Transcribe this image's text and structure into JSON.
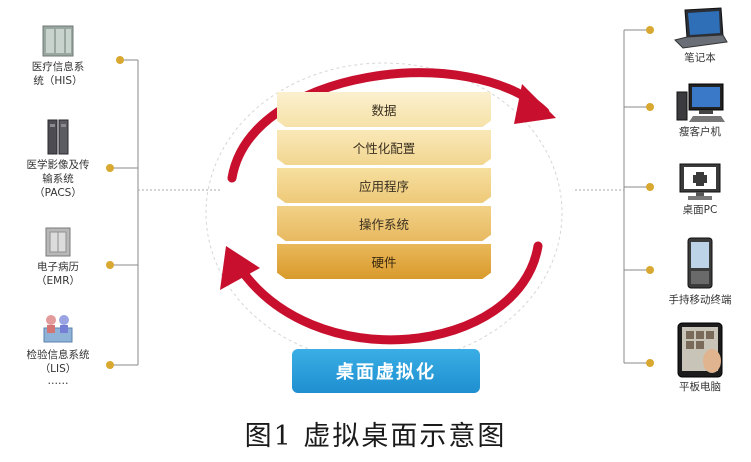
{
  "systems": [
    {
      "label": "医疗信息系\n统（HIS）",
      "icon": "server-rack-icon"
    },
    {
      "label": "医学影像及传\n输系统\n（PACS）",
      "icon": "server-tower-icon"
    },
    {
      "label": "电子病历\n（EMR）",
      "icon": "storage-cabinet-icon"
    },
    {
      "label": "检验信息系统\n（LIS）",
      "icon": "lab-users-icon"
    }
  ],
  "ellipsis": "……",
  "stack_layers": [
    "数据",
    "个性化配置",
    "应用程序",
    "操作系统",
    "硬件"
  ],
  "cloud_label": "桌面虚拟化",
  "terminals": [
    {
      "label": "笔记本",
      "icon": "laptop-icon"
    },
    {
      "label": "瘦客户机",
      "icon": "thin-client-icon"
    },
    {
      "label": "桌面PC",
      "icon": "desktop-pc-icon"
    },
    {
      "label": "手持移动终端",
      "icon": "handheld-device-icon"
    },
    {
      "label": "平板电脑",
      "icon": "tablet-icon"
    }
  ],
  "caption": "图1   虚拟桌面示意图",
  "colors": {
    "arrow": "#c8102e",
    "accent_dot": "#d9a830",
    "button": "#1f8fd0"
  }
}
